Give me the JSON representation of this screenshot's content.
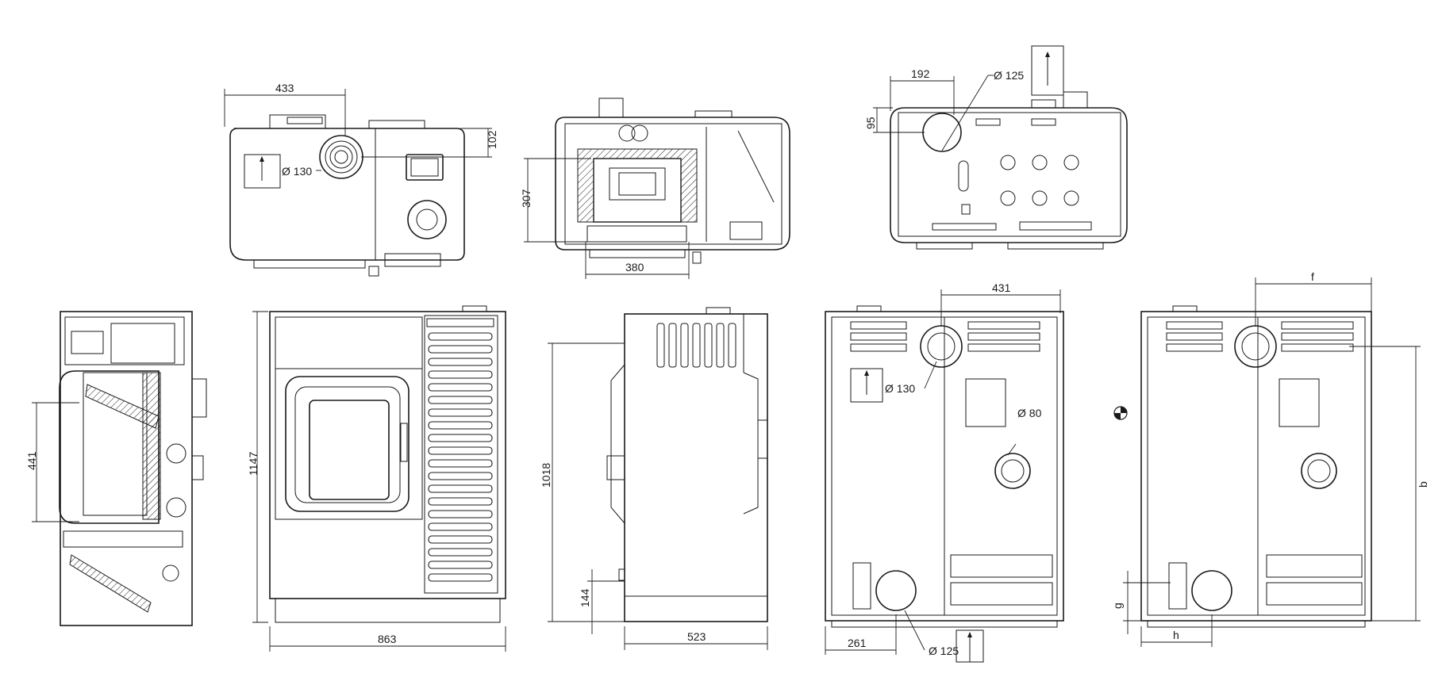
{
  "dimensions": {
    "top_width": "433",
    "top_flue_diameter": "Ø 130",
    "top_depth_offset": "102",
    "section_height": "307",
    "section_width": "380",
    "bottom_left_offset": "192",
    "bottom_diameter": "Ø 125",
    "bottom_depth_offset": "95",
    "side_section_height": "441",
    "front_height": "1147",
    "front_width": "863",
    "side_height": "1018",
    "side_inlet_height": "144",
    "side_width": "523",
    "rear_flue_offset": "431",
    "rear_flue_diameter": "Ø 130",
    "rear_air_diameter": "Ø 80",
    "rear_bottom_offset": "261",
    "rear_bottom_diameter": "Ø 125",
    "var_f": "f",
    "var_b": "b",
    "var_g": "g",
    "var_h": "h"
  }
}
